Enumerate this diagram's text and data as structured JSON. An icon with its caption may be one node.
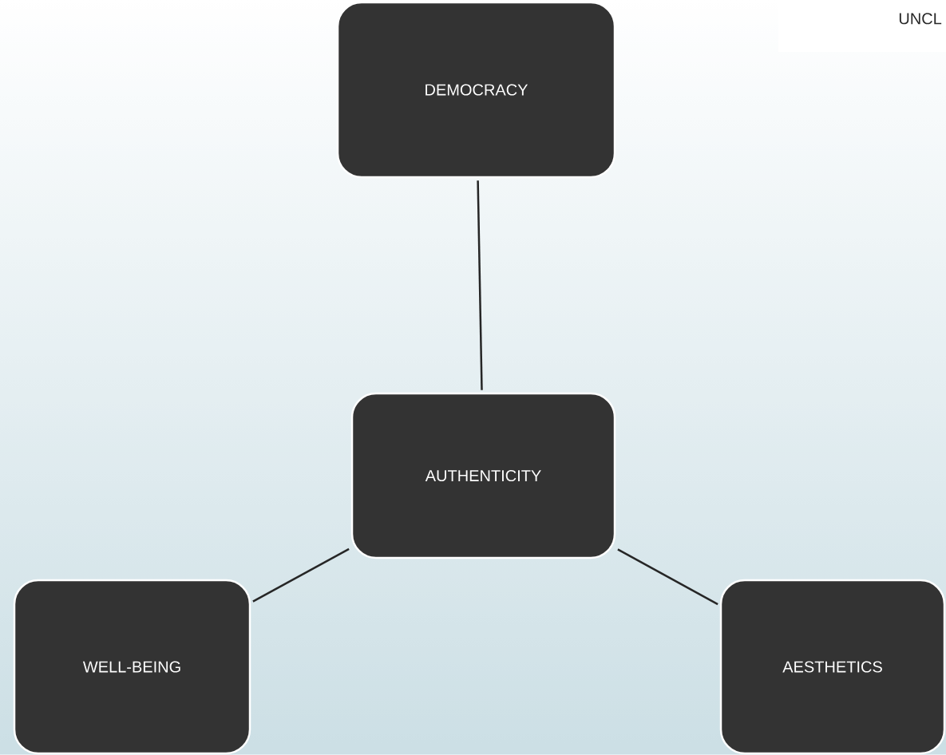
{
  "diagram": {
    "nodes": [
      {
        "text": [
          "DEMOCRACY"
        ]
      },
      {
        "text": [
          "AUTHENTICITY"
        ]
      },
      {
        "text": [
          "WELL-BEING"
        ]
      },
      {
        "text": [
          "AESTHETICS"
        ]
      }
    ],
    "edges": [
      {
        "from": 0,
        "to": 1,
        "arrow": "none"
      },
      {
        "from": 1,
        "to": 2,
        "arrow": "none"
      },
      {
        "from": 1,
        "to": 3,
        "arrow": "none"
      }
    ],
    "labels": [
      "UNCL"
    ]
  }
}
